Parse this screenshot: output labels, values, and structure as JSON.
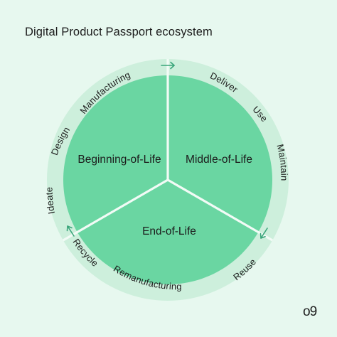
{
  "title": "Digital Product Passport ecosystem",
  "colors": {
    "background": "#e7f8ef",
    "ring": "#cdefdc",
    "segment": "#6ad6a2",
    "divider": "#f2fbf6",
    "arrow": "#3aa57a",
    "text": "#1c1c1c"
  },
  "stages": [
    {
      "label": "Beginning-of-Life"
    },
    {
      "label": "Middle-of-Life"
    },
    {
      "label": "End-of-Life"
    }
  ],
  "activities": [
    "Manufacturing",
    "Deliver",
    "Use",
    "Maintain",
    "Reuse",
    "Remanufacturing",
    "Recycle",
    "Ideate",
    "Design"
  ],
  "arrows": [
    "arrow-right-icon",
    "arrow-down-left-icon",
    "arrow-up-left-icon"
  ],
  "logo_text": "o9"
}
